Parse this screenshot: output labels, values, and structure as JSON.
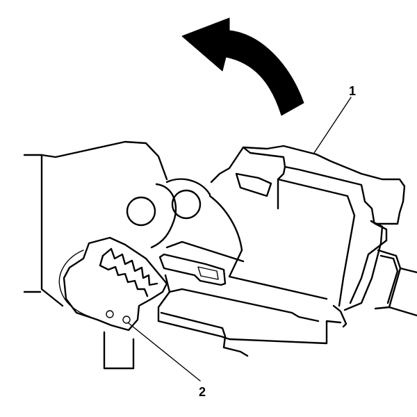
{
  "diagram": {
    "callouts": [
      {
        "id": "1",
        "text": "1"
      },
      {
        "id": "2",
        "text": "2"
      }
    ],
    "colors": {
      "line": "#000000",
      "background": "#ffffff",
      "arrow": "#000000"
    },
    "icons": {
      "rotation_arrow": "curved-arrow-counterclockwise-icon"
    }
  }
}
